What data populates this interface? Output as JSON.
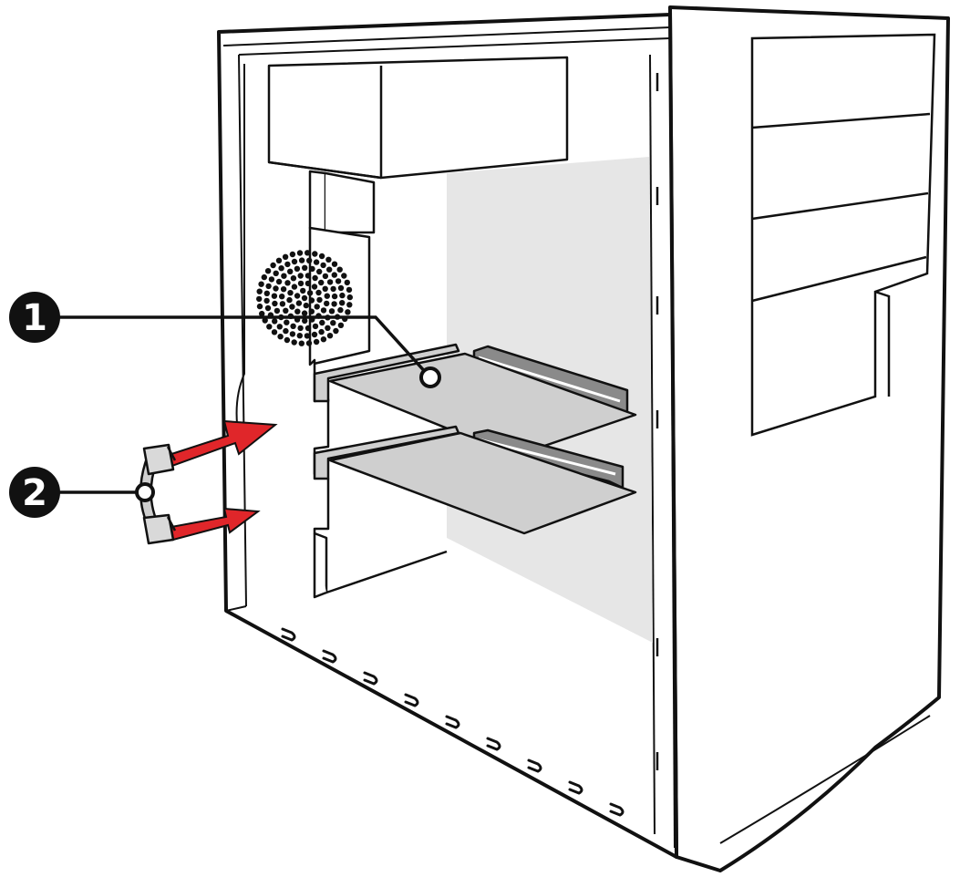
{
  "diagram": {
    "callouts": [
      {
        "id": "1",
        "label": "1",
        "target": "expansion-card"
      },
      {
        "id": "2",
        "label": "2",
        "target": "ribbon-cable"
      }
    ],
    "colors": {
      "outline": "#111111",
      "case_fill": "#ffffff",
      "back_panel": "#e6e6e6",
      "card_fill": "#cfcfcf",
      "slot_fill": "#8a8a8a",
      "arrow_red": "#e0262a",
      "callout_fill": "#111111"
    },
    "icons": [
      "fan-grille-icon",
      "insert-arrow-icon",
      "callout-marker-icon"
    ]
  }
}
